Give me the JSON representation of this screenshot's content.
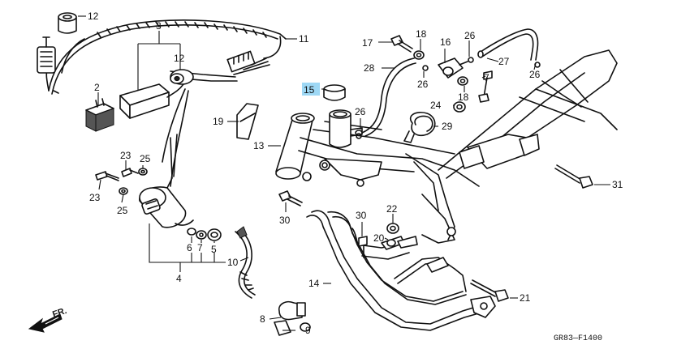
{
  "diagram_code": "GR83—F1400",
  "direction_label": "FR.",
  "highlight_color": "#9ed8f5",
  "highlighted_callout": "15",
  "callouts": {
    "c12a": "12",
    "c3": "3",
    "c11": "11",
    "c12b": "12",
    "c2": "2",
    "c17": "17",
    "c18a": "18",
    "c16": "16",
    "c26a": "26",
    "c28": "28",
    "c26b": "26",
    "c27": "27",
    "c26c": "26",
    "c15": "15",
    "c7x": "7",
    "c24": "24",
    "c18b": "18",
    "c19": "19",
    "c26d": "26",
    "c29": "29",
    "c13": "13",
    "c23a": "23",
    "c25a": "25",
    "c23b": "23",
    "c25b": "25",
    "c31": "31",
    "c30a": "30",
    "c30b": "30",
    "c22": "22",
    "c20": "20",
    "c6": "6",
    "c7": "7",
    "c5": "5",
    "c10": "10",
    "c4": "4",
    "c14": "14",
    "c21": "21",
    "c8": "8",
    "c9": "9"
  }
}
